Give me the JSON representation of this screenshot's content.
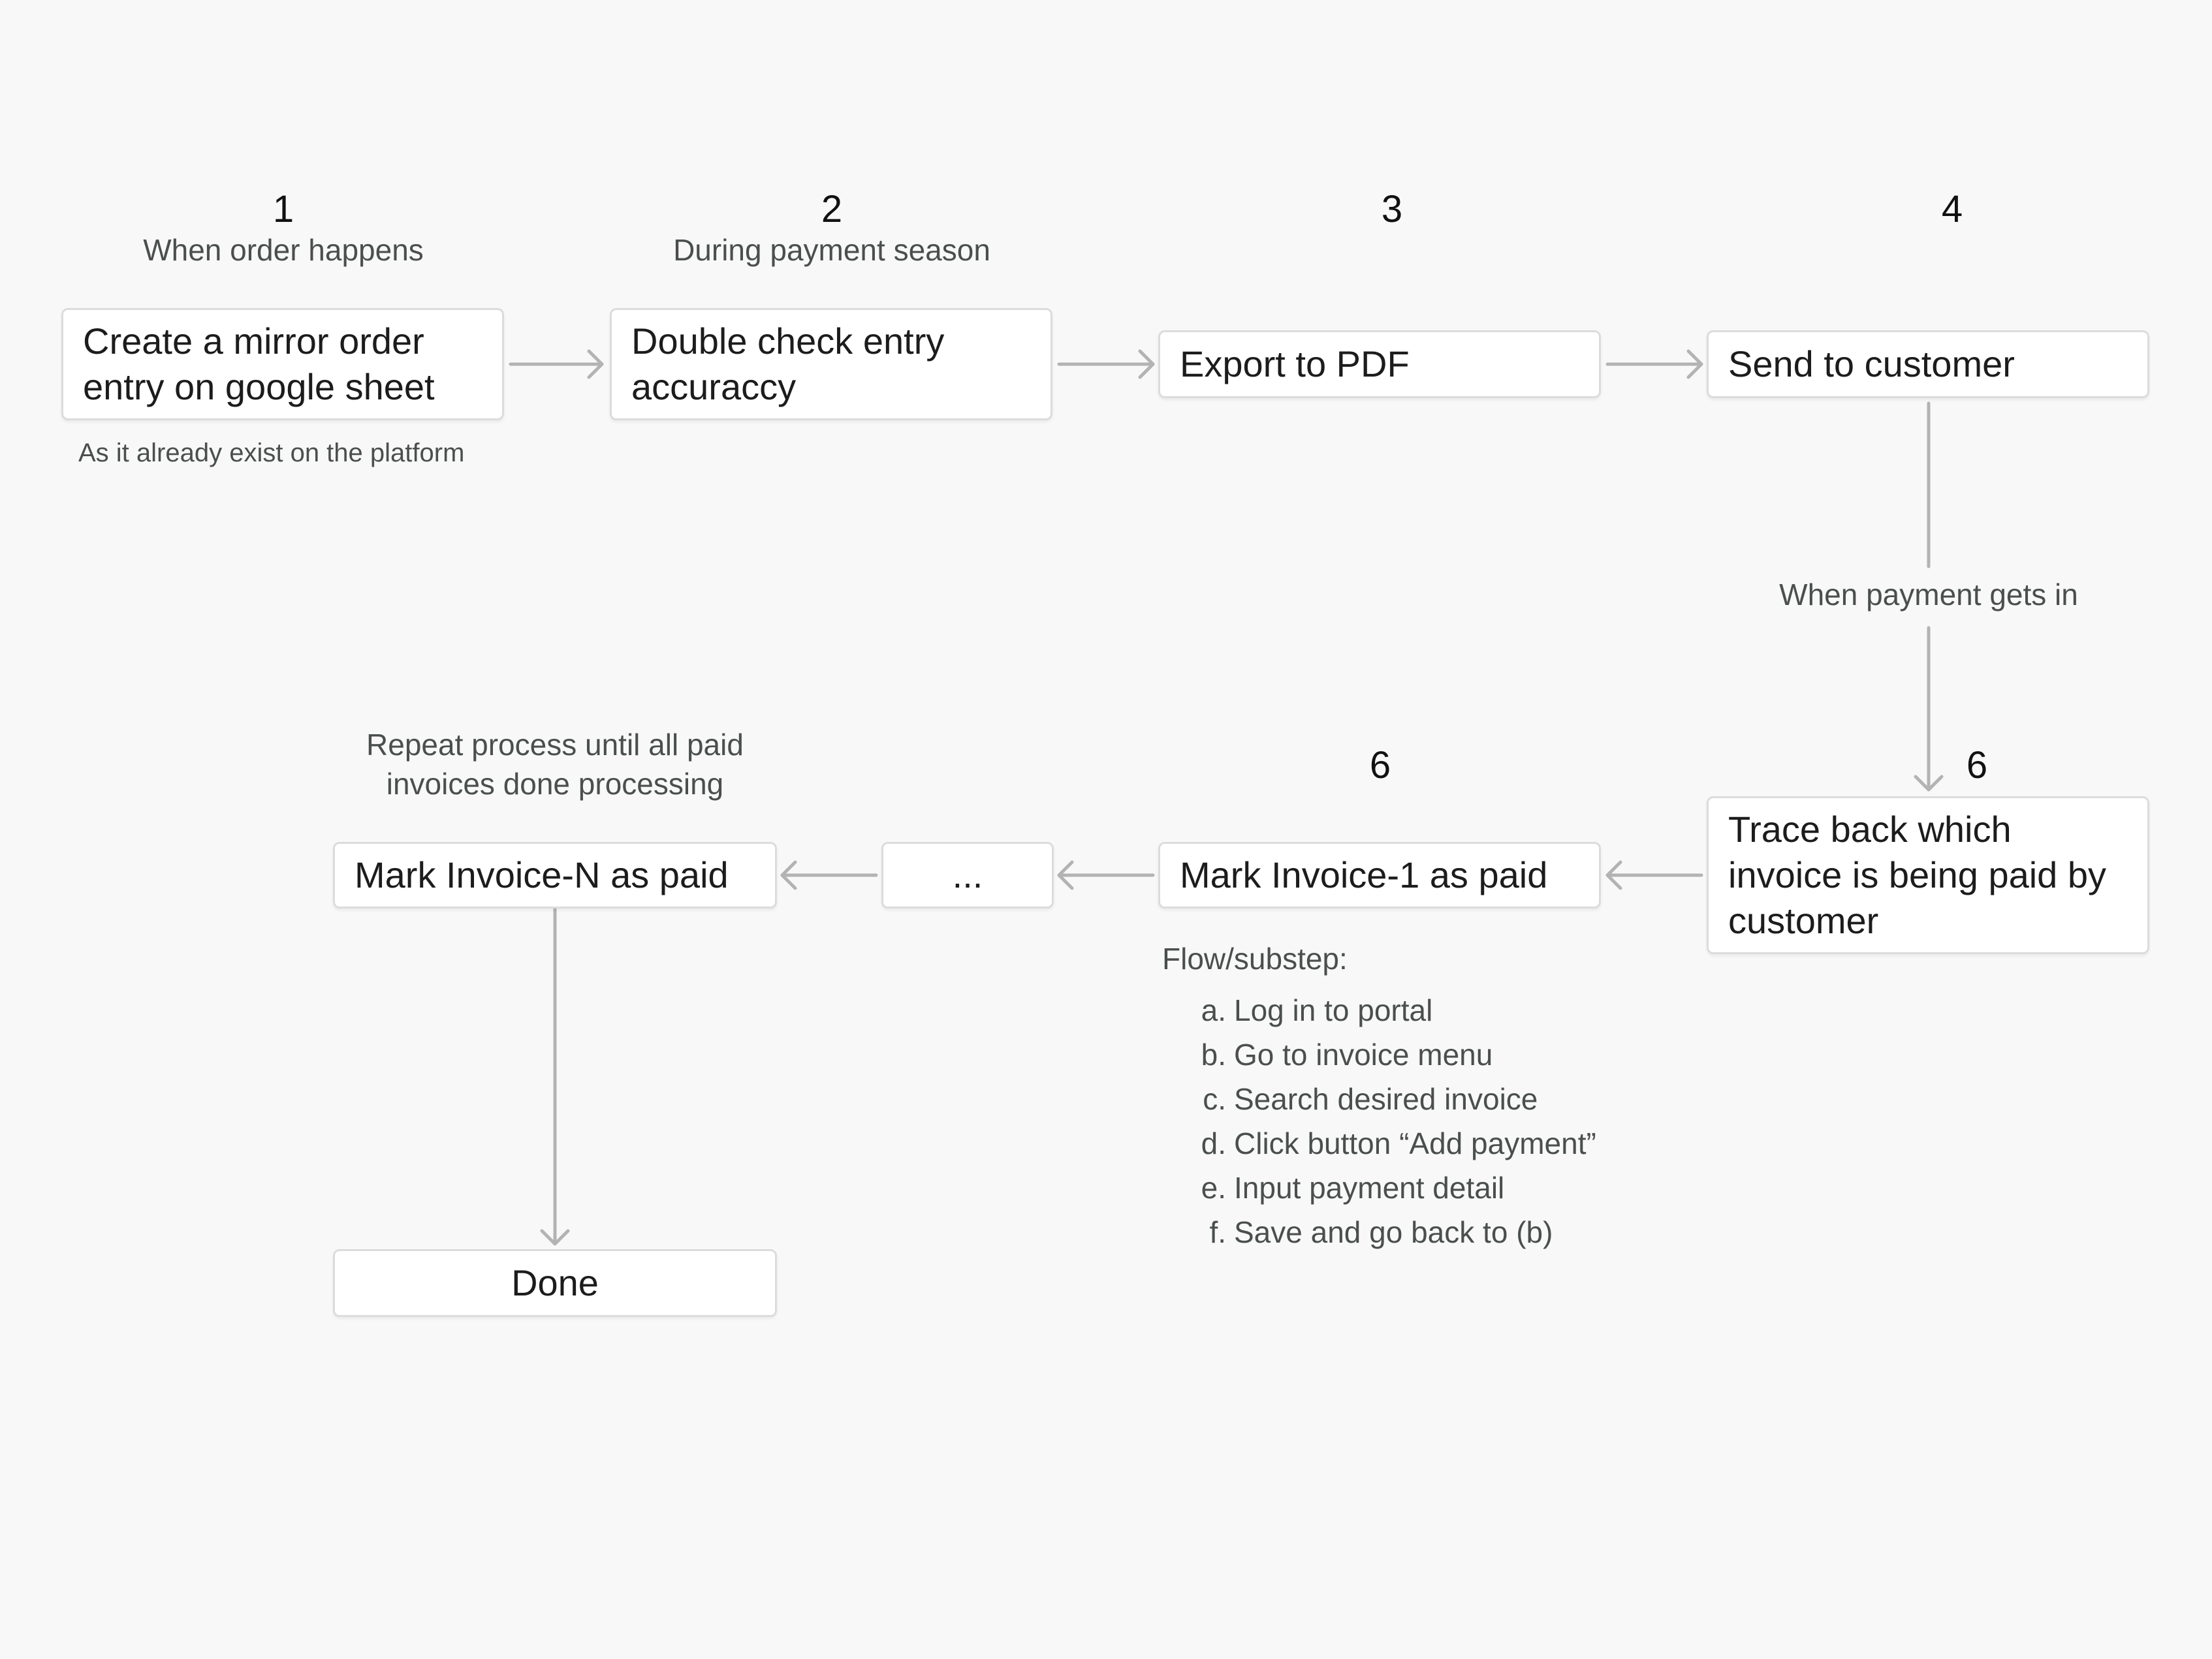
{
  "steps": {
    "s1": {
      "number": "1",
      "when": "When order happens",
      "label": "Create a mirror order entry on google sheet",
      "note": "As it already exist on the platform"
    },
    "s2": {
      "number": "2",
      "when": "During payment season",
      "label": "Double check entry accuraccy"
    },
    "s3": {
      "number": "3",
      "label": "Export to PDF"
    },
    "s4": {
      "number": "4",
      "label": "Send to customer"
    },
    "trace": {
      "number": "6",
      "label": "Trace back which invoice is being paid by customer"
    },
    "mark1": {
      "number": "6",
      "label": "Mark Invoice-1 as paid"
    },
    "ellipsis": {
      "label": "..."
    },
    "markN": {
      "label": "Mark Invoice-N as paid",
      "note": "Repeat process until all paid invoices done processing"
    },
    "done": {
      "label": "Done"
    }
  },
  "edge_labels": {
    "payment_in": "When payment gets in"
  },
  "substeps": {
    "title": "Flow/substep:",
    "items": [
      {
        "letter": "a.",
        "text": "Log in to portal"
      },
      {
        "letter": "b.",
        "text": "Go to invoice menu"
      },
      {
        "letter": "c.",
        "text": "Search desired invoice"
      },
      {
        "letter": "d.",
        "text": "Click button “Add payment”"
      },
      {
        "letter": "e.",
        "text": "Input payment detail"
      },
      {
        "letter": "f.",
        "text": "Save and go back to  (b)"
      }
    ]
  }
}
